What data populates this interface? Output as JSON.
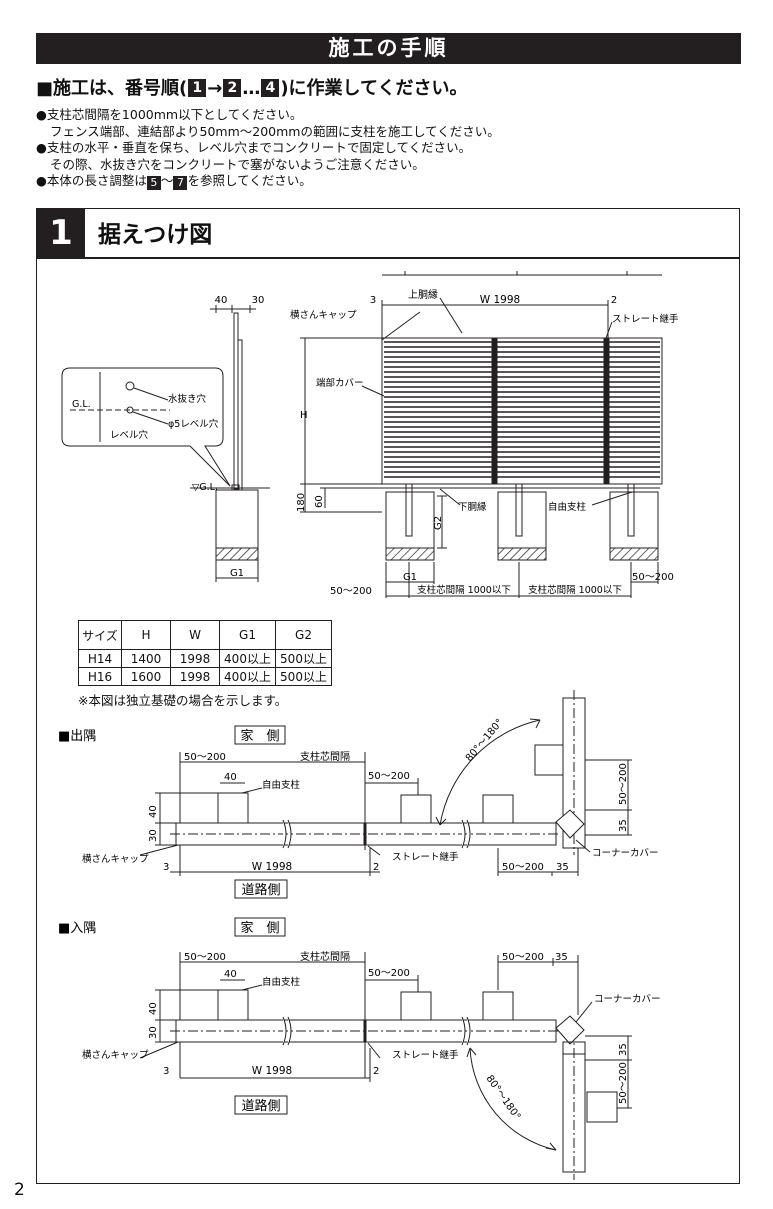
{
  "title": "施工の手順",
  "headline": {
    "prefix": "■施工は、番号順(",
    "n1": "1",
    "arrow": "→",
    "n2": "2",
    "dots": "…",
    "n4": "4",
    "suffix": ")に作業してください。"
  },
  "bullets": {
    "b1": "●支柱芯間隔を1000mm以下としてください。",
    "b1b": "フェンス端部、連結部より50mm〜200mmの範囲に支柱を施工してください。",
    "b2": "●支柱の水平・垂直を保ち、レベル穴までコンクリートで固定してください。",
    "b2b": "その際、水抜き穴をコンクリートで塞がないようご注意ください。",
    "b3_prefix": "●本体の長さ調整は",
    "b3_n5": "5",
    "b3_mid": "〜",
    "b3_n7": "7",
    "b3_suffix": "を参照してください。"
  },
  "section": {
    "number": "1",
    "title": "据えつけ図"
  },
  "side_view": {
    "dim_40": "40",
    "dim_30": "30",
    "gl": "G.L.",
    "gl_mark": "▽G.L.",
    "drain_hole": "水抜き穴",
    "level_hole_spec": "φ5レベル穴",
    "level_hole": "レベル穴",
    "g1": "G1"
  },
  "front_view": {
    "dim_3": "3",
    "dim_2": "2",
    "top_rail": "上胴縁",
    "width": "W 1998",
    "rail_cap": "横さんキャップ",
    "straight_joint": "ストレート継手",
    "end_cover": "端部カバー",
    "h": "H",
    "dim_180": "180",
    "dim_60": "60",
    "bottom_rail": "下胴縁",
    "g2": "G2",
    "free_post": "自由支柱",
    "g1": "G1",
    "range_left": "50〜200",
    "range_right": "50〜200",
    "pitch1": "支柱芯間隔 1000以下",
    "pitch2": "支柱芯間隔 1000以下"
  },
  "size_table": {
    "headers": [
      "サイズ",
      "H",
      "W",
      "G1",
      "G2"
    ],
    "rows": [
      [
        "H14",
        "1400",
        "1998",
        "400以上",
        "500以上"
      ],
      [
        "H16",
        "1600",
        "1998",
        "400以上",
        "500以上"
      ]
    ]
  },
  "note": "※本図は独立基礎の場合を示します。",
  "outer_corner": {
    "label": "■出隅",
    "house_side": "家　側",
    "road_side": "道路側",
    "range1": "50〜200",
    "pitch": "支柱芯間隔",
    "range2": "50〜200",
    "dim_40": "40",
    "free_post": "自由支柱",
    "dim_40v": "40",
    "dim_30v": "30",
    "rail_cap": "横さんキャップ",
    "dim_3": "3",
    "width": "W 1998",
    "dim_2": "2",
    "straight_joint": "ストレート継手",
    "range3": "50〜200",
    "dim_35": "35",
    "corner_cover": "コーナーカバー",
    "angle": "80°〜180°",
    "range_v": "50〜200",
    "dim_35v": "35"
  },
  "inner_corner": {
    "label": "■入隅",
    "house_side": "家　側",
    "road_side": "道路側",
    "range1": "50〜200",
    "pitch": "支柱芯間隔",
    "range2": "50〜200",
    "dim_40": "40",
    "free_post": "自由支柱",
    "range3": "50〜200",
    "dim_35": "35",
    "dim_40v": "40",
    "dim_30v": "30",
    "corner_cover": "コーナーカバー",
    "rail_cap": "横さんキャップ",
    "dim_3": "3",
    "width": "W 1998",
    "dim_2": "2",
    "straight_joint": "ストレート継手",
    "angle": "80°〜180°",
    "dim_35v": "35",
    "range_v": "50〜200"
  },
  "page_number": "2"
}
